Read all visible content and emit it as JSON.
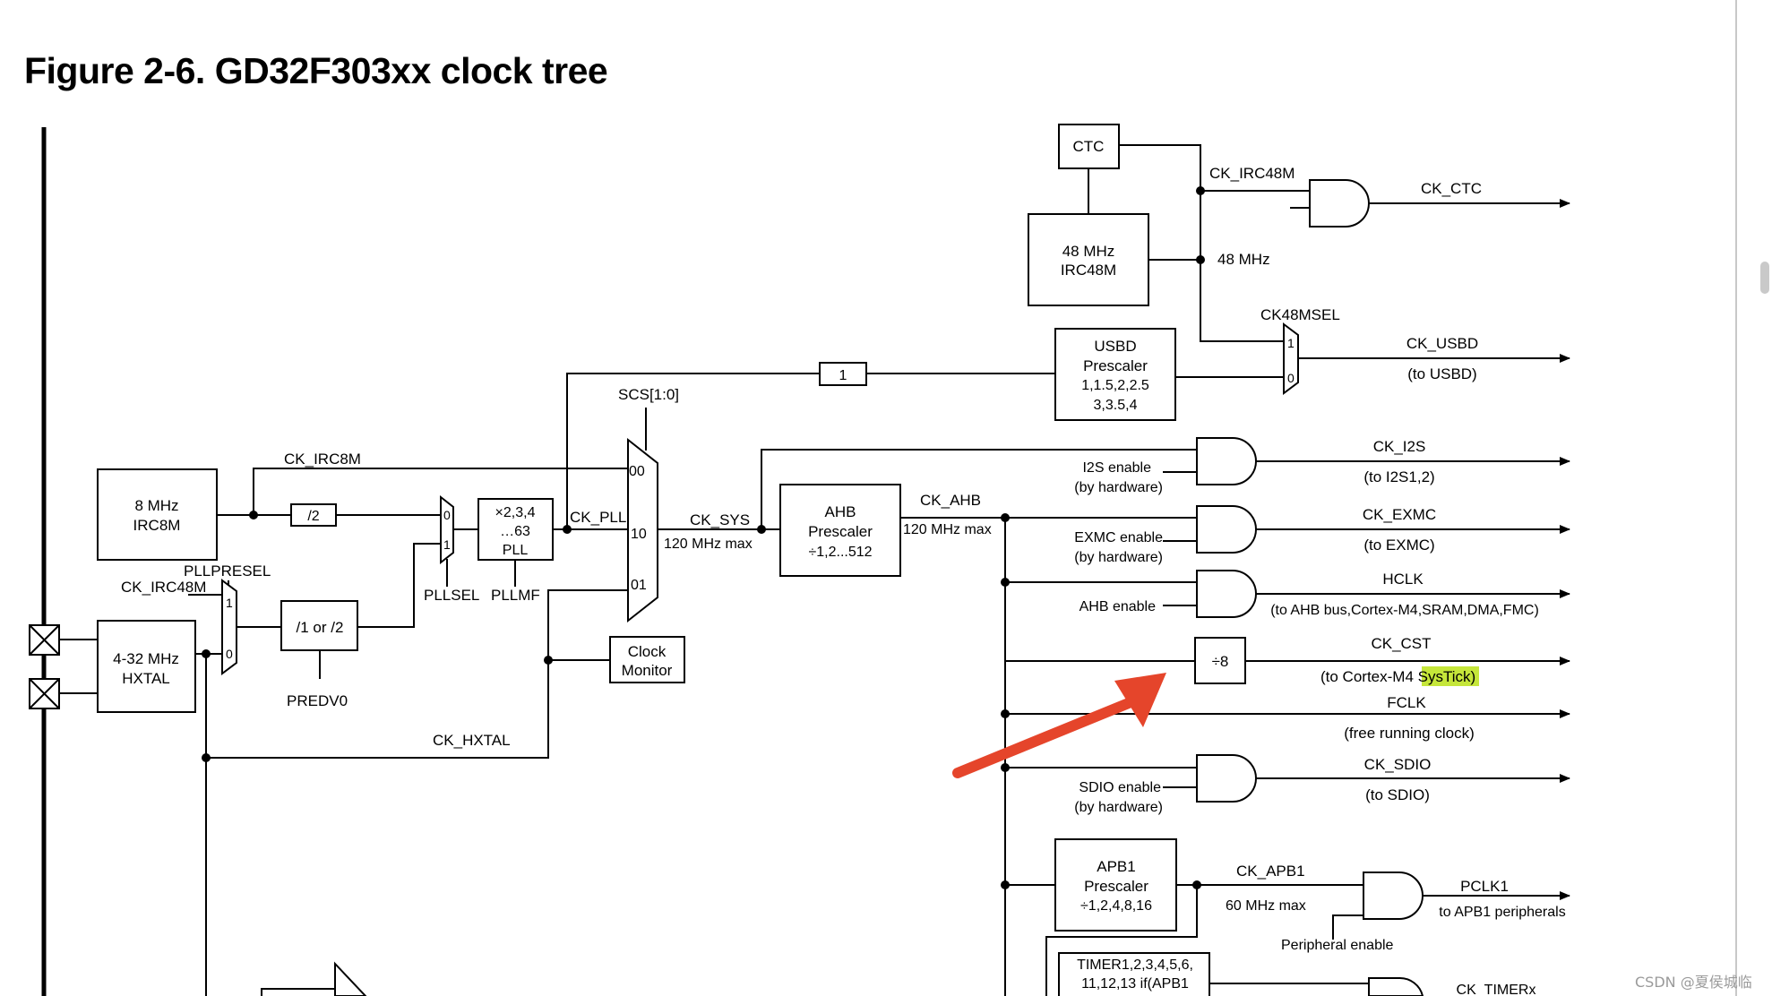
{
  "figure": {
    "title": "Figure 2-6. GD32F303xx clock tree"
  },
  "blocks": {
    "ctc": "CTC",
    "irc48m_1": "48 MHz",
    "irc48m_2": "IRC48M",
    "usbd_1": "USBD",
    "usbd_2": "Prescaler",
    "usbd_3": "1,1.5,2,2.5",
    "usbd_4": "3,3.5,4",
    "one": "1",
    "irc8m_1": "8 MHz",
    "irc8m_2": "IRC8M",
    "div2": "/2",
    "pll_1": "×2,3,4",
    "pll_2": "…63",
    "pll_3": "PLL",
    "hxtal_1": "4-32 MHz",
    "hxtal_2": "HXTAL",
    "predv": "/1 or /2",
    "clkmon_1": "Clock",
    "clkmon_2": "Monitor",
    "ahb_1": "AHB",
    "ahb_2": "Prescaler",
    "ahb_3": "÷1,2...512",
    "div8": "÷8",
    "apb1_1": "APB1",
    "apb1_2": "Prescaler",
    "apb1_3": "÷1,2,4,8,16",
    "timer_1": "TIMER1,2,3,4,5,6,",
    "timer_2": "11,12,13 if(APB1"
  },
  "labels": {
    "ck_irc48m_top": "CK_IRC48M",
    "mhz48": "48 MHz",
    "ck48msel": "CK48MSEL",
    "mux_top_1": "1",
    "mux_top_0": "0",
    "scs": "SCS[1:0]",
    "ck_irc8m": "CK_IRC8M",
    "ck_pll": "CK_PLL",
    "ck_sys": "CK_SYS",
    "sys_max": "120 MHz max",
    "ck_ahb": "CK_AHB",
    "ahb_max": "120 MHz max",
    "sw_00": "00",
    "sw_10": "10",
    "sw_01": "01",
    "pllsel_0": "0",
    "pllsel_1": "1",
    "pllsel": "PLLSEL",
    "pllmf": "PLLMF",
    "pllpresel": "PLLPRESEL",
    "ck_irc48m_left": "CK_IRC48M",
    "presel_1": "1",
    "presel_0": "0",
    "predv0": "PREDV0",
    "ck_hxtal": "CK_HXTAL",
    "i2s_en_1": "I2S enable",
    "i2s_en_2": "(by hardware)",
    "exmc_en_1": "EXMC enable",
    "exmc_en_2": "(by hardware)",
    "ahb_en": "AHB enable",
    "sdio_en_1": "SDIO enable",
    "sdio_en_2": "(by hardware)",
    "ck_apb1": "CK_APB1",
    "apb1_max": "60 MHz max",
    "periph_en": "Peripheral enable"
  },
  "outputs": {
    "ck_ctc": "CK_CTC",
    "ck_usbd": "CK_USBD",
    "ck_usbd_sub": "(to USBD)",
    "ck_i2s": "CK_I2S",
    "ck_i2s_sub": "(to I2S1,2)",
    "ck_exmc": "CK_EXMC",
    "ck_exmc_sub": "(to EXMC)",
    "hclk": "HCLK",
    "hclk_sub": "(to AHB bus,Cortex-M4,SRAM,DMA,FMC)",
    "ck_cst": "CK_CST",
    "ck_cst_sub_pre": "(to Cortex-M4 ",
    "ck_cst_sub_hl": "SysTick",
    "ck_cst_sub_post": ")",
    "fclk": "FCLK",
    "fclk_sub": "(free running clock)",
    "ck_sdio": "CK_SDIO",
    "ck_sdio_sub": "(to SDIO)",
    "pclk1": "PCLK1",
    "pclk1_sub": "to APB1 peripherals",
    "ck_timerx": "CK_TIMERx"
  },
  "watermark": "CSDN @夏侯城临",
  "colors": {
    "highlight": "#c5e63a",
    "arrow": "#e5452b"
  }
}
